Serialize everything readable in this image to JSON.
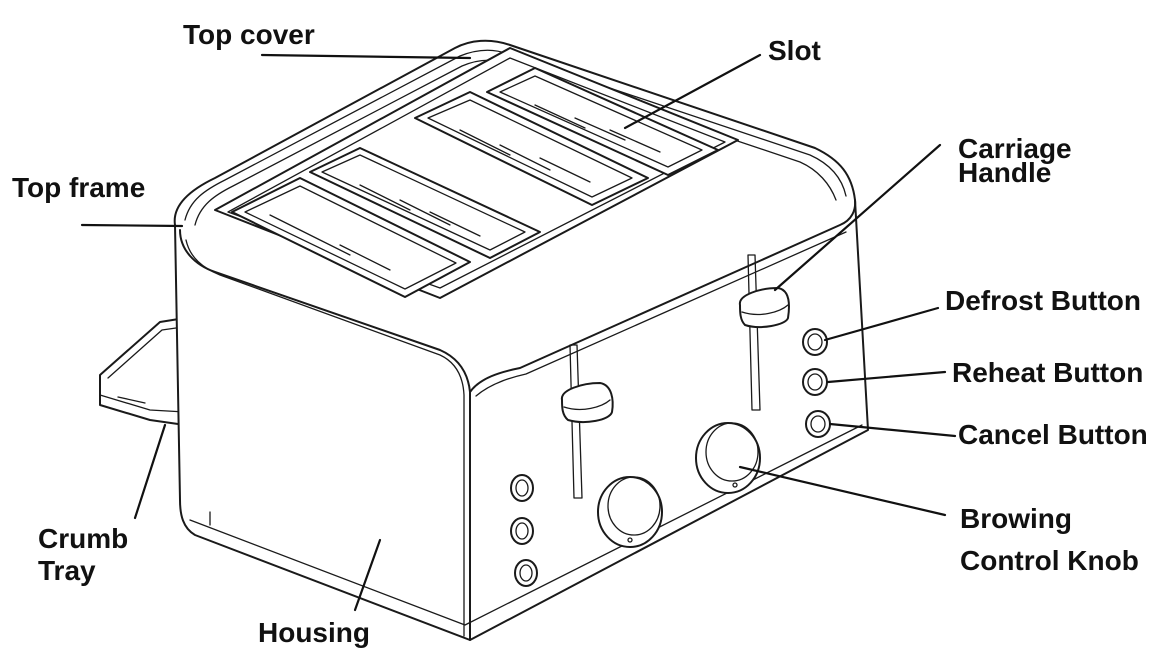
{
  "labels": {
    "top_cover": "Top cover",
    "slot": "Slot",
    "carriage_handle_1": "Carriage",
    "carriage_handle_2": "Handle",
    "top_frame": "Top frame",
    "defrost_button": "Defrost Button",
    "reheat_button": "Reheat Button",
    "cancel_button": "Cancel Button",
    "crumb_tray_1": "Crumb",
    "crumb_tray_2": "Tray",
    "browning_knob_1": "Browing",
    "browning_knob_2": "Control Knob",
    "housing": "Housing"
  },
  "colors": {
    "ink": "#111111",
    "paper": "#ffffff"
  }
}
